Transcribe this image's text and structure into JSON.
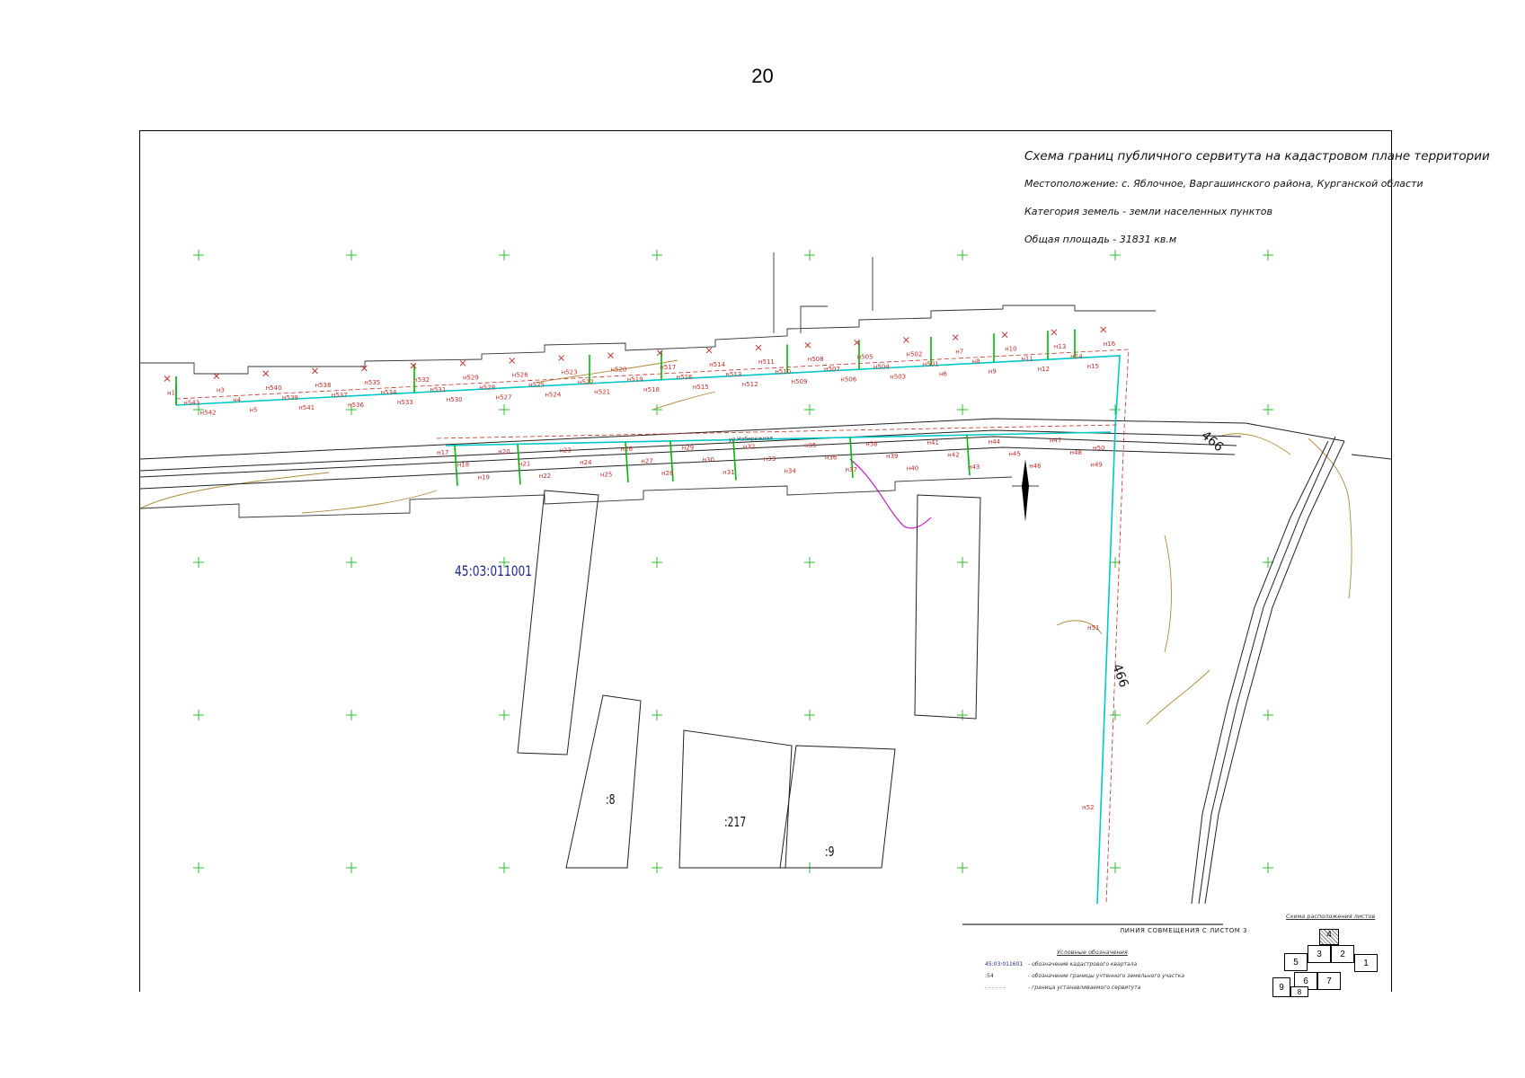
{
  "page_number": "20",
  "title": {
    "main": "Схема границ публичного сервитута на кадастровом плане территории",
    "location": "Местоположение:  с. Яблочное, Варгашинского района, Курганской области",
    "land_category": "Категория земель - земли населенных пунктов",
    "total_area": "Общая площадь - 31831 кв.м"
  },
  "map": {
    "quarter_number": "45:03:011001",
    "plot_numbers": [
      ":8",
      ":217",
      ":9"
    ],
    "street_label": "ул.Набережная",
    "road_marker": "466",
    "merge_line_label": "ЛИНИЯ СОВМЕЩЕНИЯ С ЛИСТОМ 3",
    "colors": {
      "servitude_boundary": "#00c8c8",
      "cross_sections": "#00b800",
      "point_labels": "#c0302a",
      "grid_marks": "#2fbf2f",
      "contours": "#b08a3a",
      "quarter_label": "#1f2a8c",
      "magenta_line": "#c020c0"
    },
    "points_north": [
      "н1",
      "н543",
      "н542",
      "н3",
      "н4",
      "н5",
      "н540",
      "н539",
      "н541",
      "н538",
      "н537",
      "н536",
      "н535",
      "н534",
      "н533",
      "н532",
      "н531",
      "н530",
      "н529",
      "н528",
      "н527",
      "н526",
      "н525",
      "н524",
      "н523",
      "н522",
      "н521",
      "н520",
      "н519",
      "н518",
      "н517",
      "н516",
      "н515",
      "н514",
      "н513",
      "н512",
      "н511",
      "н510",
      "н509",
      "н508",
      "н507",
      "н506",
      "н505",
      "н504",
      "н503",
      "н502",
      "н501",
      "н6",
      "н7",
      "н8",
      "н9",
      "н10",
      "н11",
      "н12",
      "н13",
      "н14",
      "н15",
      "н16"
    ],
    "points_south": [
      "н17",
      "н18",
      "н19",
      "н20",
      "н21",
      "н22",
      "н23",
      "н24",
      "н25",
      "н26",
      "н27",
      "н28",
      "н29",
      "н30",
      "н31",
      "н32",
      "н33",
      "н34",
      "н35",
      "н36",
      "н37",
      "н38",
      "н39",
      "н40",
      "н41",
      "н42",
      "н43",
      "н44",
      "н45",
      "н46",
      "н47",
      "н48",
      "н49",
      "н50",
      "н51",
      "н52"
    ]
  },
  "legend": {
    "title": "Условные обозначения",
    "items": [
      {
        "key": "45:03:011601",
        "desc": "- обозначение кадастрового квартала"
      },
      {
        "key": ":54",
        "desc": "- обозначение границы учтенного земельного участка"
      },
      {
        "key": "- - - - - -",
        "desc": "- граница устанавливаемого сервитута"
      }
    ]
  },
  "sheets_layout": {
    "title": "Схема расположения листов",
    "cells": [
      "4",
      "5",
      "3",
      "2",
      "1",
      "6",
      "7",
      "9",
      "8"
    ]
  }
}
